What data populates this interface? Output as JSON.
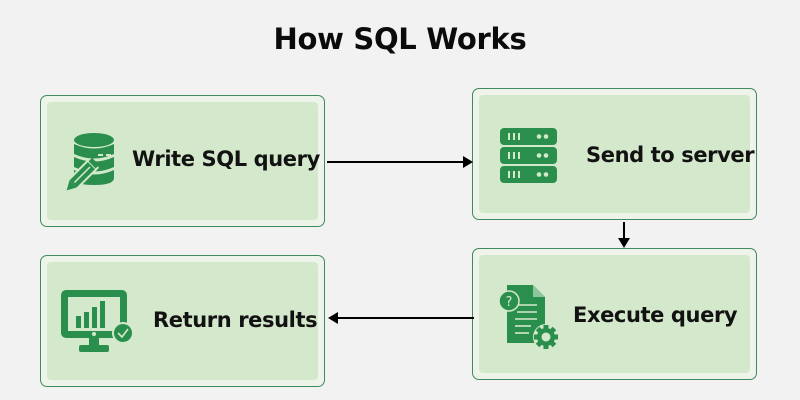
{
  "title": "How SQL Works",
  "colors": {
    "icon_green": "#2a8f4c",
    "box_fill": "#d4e8cc",
    "box_border": "#3f8a62",
    "arrow": "#000000",
    "background": "#f2f2f2"
  },
  "steps": [
    {
      "label": "Write SQL query",
      "icon": "database-pencil-icon"
    },
    {
      "label": "Send to server",
      "icon": "server-rack-icon"
    },
    {
      "label": "Execute query",
      "icon": "document-gear-icon"
    },
    {
      "label": "Return results",
      "icon": "monitor-chart-check-icon"
    }
  ],
  "connections": [
    {
      "from": "Write SQL query",
      "to": "Send to server",
      "direction": "right"
    },
    {
      "from": "Send to server",
      "to": "Execute query",
      "direction": "down"
    },
    {
      "from": "Execute query",
      "to": "Return results",
      "direction": "left"
    }
  ]
}
